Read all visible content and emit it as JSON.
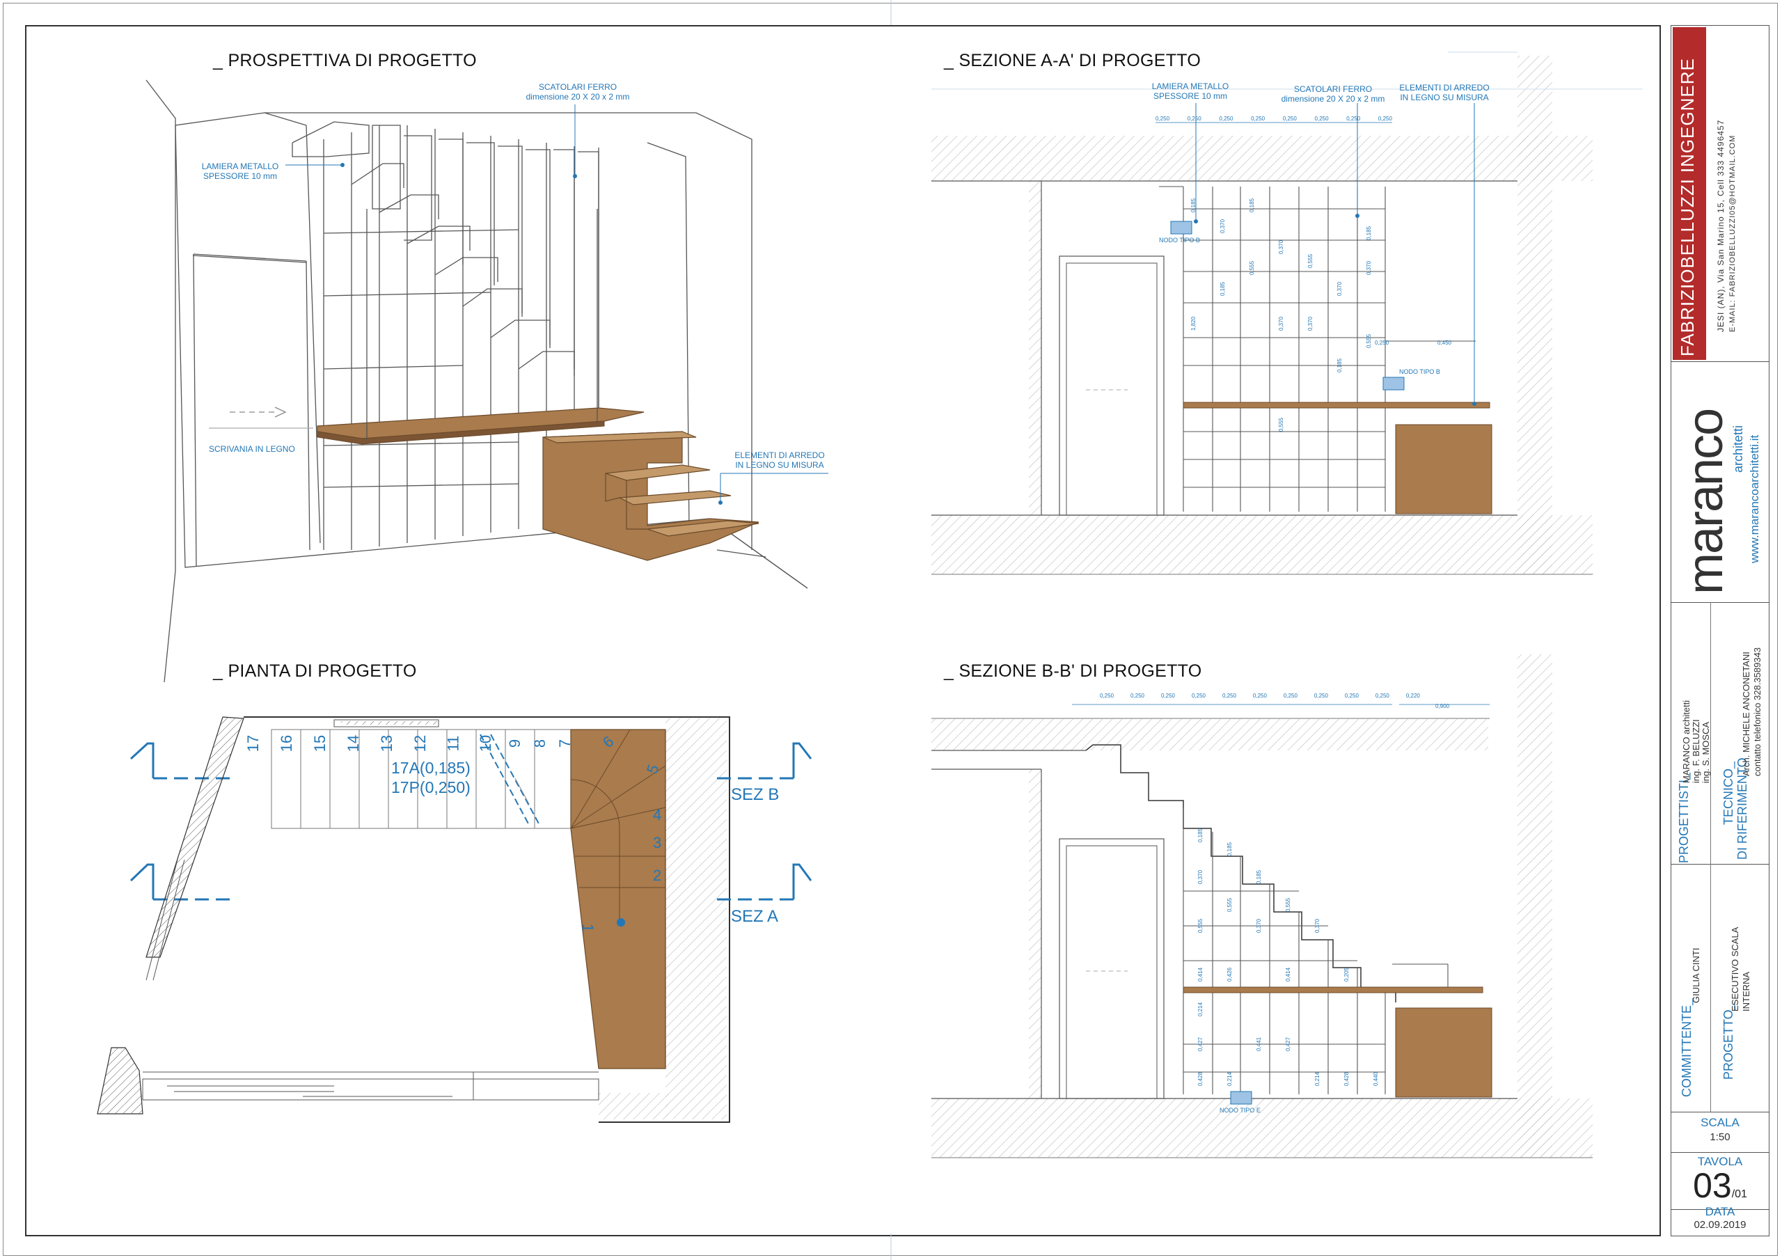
{
  "titles": {
    "prospettiva": "_ PROSPETTIVA DI PROGETTO",
    "sezione_aa": "_ SEZIONE A-A' DI PROGETTO",
    "pianta": "_ PIANTA DI PROGETTO",
    "sezione_bb": "_ SEZIONE B-B' DI PROGETTO"
  },
  "perspective_notes": {
    "scatolari": "SCATOLARI  FERRO",
    "scatolari_dim": "dimensione 20 X 20 x 2 mm",
    "lamiera": "LAMIERA  METALLO",
    "lamiera_sp": "SPESSORE 10 mm",
    "scrivania": "SCRIVANIA IN LEGNO",
    "arredo1": "ELEMENTI DI ARREDO",
    "arredo2": "IN LEGNO SU MISURA"
  },
  "section_aa_notes": {
    "lamiera": "LAMIERA  METALLO",
    "lamiera_sp": "SPESSORE 10 mm",
    "scatolari": "SCATOLARI  FERRO",
    "scatolari_dim": "dimensione 20 X 20 x 2 mm",
    "arredo1": "ELEMENTI DI ARREDO",
    "arredo2": "IN LEGNO SU MISURA",
    "nodo_b1": "NODO TIPO B",
    "nodo_b2": "NODO TIPO B",
    "top_dims": [
      "0,250",
      "0,250",
      "0,250",
      "0,250",
      "0,250",
      "0,250",
      "0,250",
      "0,250"
    ],
    "v_dims": [
      "0,185",
      "0,370",
      "0,185",
      "0,370",
      "1,820",
      "0,555",
      "0,370",
      "0,185",
      "0,555",
      "0,185",
      "0,370",
      "0,370",
      "0,555",
      "0,185",
      "0,555",
      "0,370"
    ],
    "side_dims": [
      "0,250",
      "0,450"
    ]
  },
  "section_bb_notes": {
    "nodo_e": "NODO TIPO E",
    "top_dims": [
      "0,250",
      "0,250",
      "0,250",
      "0,250",
      "0,250",
      "0,250",
      "0,250",
      "0,250",
      "0,250",
      "0,250",
      "0,220"
    ],
    "dim_900": "0,900",
    "v_dims": [
      "0,185",
      "0,370",
      "0,555",
      "0,185",
      "0,555",
      "0,185",
      "0,370",
      "0,555",
      "0,370",
      "0,414",
      "0,426",
      "0,414",
      "0,205",
      "0,214",
      "0,427",
      "0,428",
      "0,214",
      "0,441",
      "0,427",
      "0,214",
      "0,428",
      "0,440"
    ]
  },
  "plan": {
    "steps_top": [
      "17",
      "16",
      "15",
      "14",
      "13",
      "12",
      "11",
      "10",
      "9",
      "8",
      "7"
    ],
    "steps_right": [
      "6",
      "5",
      "4",
      "3",
      "2",
      "1"
    ],
    "riser_a": "17A(0,185)",
    "riser_p": "17P(0,250)",
    "sez_b": "SEZ B",
    "sez_a": "SEZ A"
  },
  "titleblock": {
    "firm1": "FABRIZIOBELLUZZI",
    "firm2": "INGEGNERE",
    "address": "JESI (AN), Via San Marino 15, Cell 333 4496457",
    "email": "E-MAIL: FABRIZIOBELLUZZI05@HOTMAIL.COM",
    "logo": "maranco",
    "logo_sub": "architetti",
    "website": "www.marancoarchitetti.it",
    "progettisti_label": "PROGETTISTI_",
    "progettisti": [
      "MARANCO architetti",
      "ing. F. BELUZZI",
      "ing. S. MOSCA"
    ],
    "tecnico_label1": "TECNICO_",
    "tecnico_label2": "DI RIFERIMENTO",
    "tecnico": [
      "Arch. MICHELE ANCONETANI",
      "contatto telefonico 328.3589343"
    ],
    "committente_label": "COMMITTENTE_",
    "committente": "GIULIA CINTI",
    "progetto_label": "PROGETTO_",
    "progetto": [
      "ESECUTIVO SCALA",
      "INTERNA"
    ],
    "scala_label": "SCALA",
    "scala": "1:50",
    "tavola_label": "TAVOLA",
    "tavola_num": "03",
    "tavola_sub": "/01",
    "data_label": "DATA",
    "data": "02.09.2019"
  },
  "colors": {
    "wood": "#a97b4d",
    "accent": "#2377b6",
    "firm_red": "#b32b2b"
  }
}
